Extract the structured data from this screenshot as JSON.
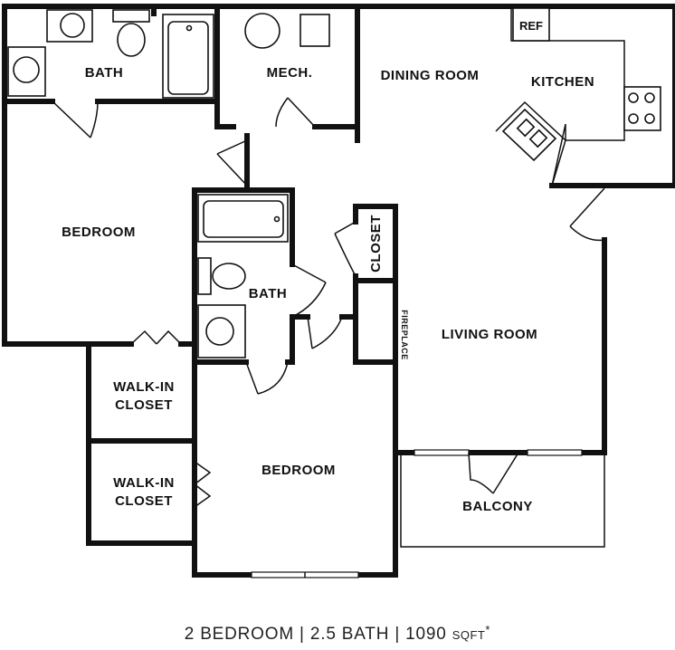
{
  "plan": {
    "labels": {
      "bath_upper": "BATH",
      "mech": "MECH.",
      "dining_room": "DINING ROOM",
      "kitchen": "KITCHEN",
      "ref": "REF",
      "bedroom_left": "BEDROOM",
      "closet": "CLOSET",
      "bath_center": "BATH",
      "fireplace": "FIREPLACE",
      "living_room": "LIVING ROOM",
      "walk_in_closet_1_line1": "WALK-IN",
      "walk_in_closet_1_line2": "CLOSET",
      "walk_in_closet_2_line1": "WALK-IN",
      "walk_in_closet_2_line2": "CLOSET",
      "bedroom_bottom": "BEDROOM",
      "balcony": "BALCONY"
    }
  },
  "caption": {
    "bedrooms": "2 BEDROOM",
    "sep1": " | ",
    "baths": "2.5 BATH",
    "sep2": " | ",
    "area": "1090",
    "unit": "SQFT",
    "mark": "*"
  }
}
